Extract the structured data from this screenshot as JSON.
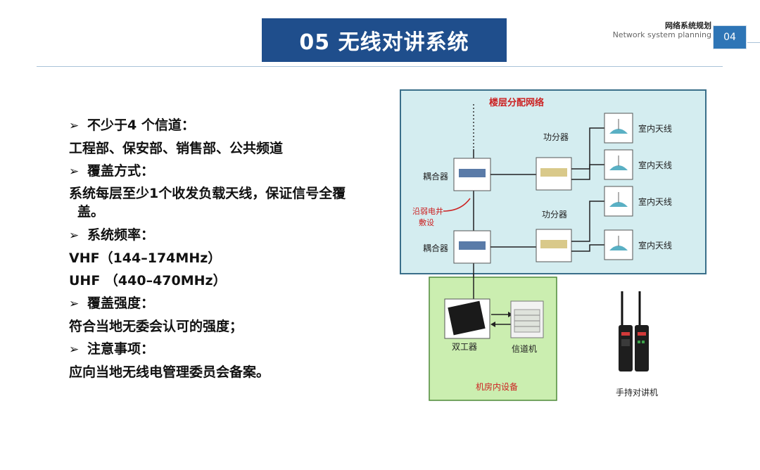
{
  "slide": {
    "title": "05 无线对讲系统",
    "section_cn": "网络系统规划",
    "section_en": "Network system planning",
    "page": "04"
  },
  "content": {
    "lines": [
      {
        "kind": "bullet",
        "text": "不少于4 个信道："
      },
      {
        "kind": "text",
        "text": "工程部、保安部、销售部、公共频道"
      },
      {
        "kind": "bullet",
        "text": "覆盖方式："
      },
      {
        "kind": "wrap",
        "first": "系统每层至少1个收发负载天线，保证信号全覆",
        "rest": "盖。"
      },
      {
        "kind": "bullet",
        "text": "系统频率："
      },
      {
        "kind": "text",
        "text": "VHF（144–174MHz）"
      },
      {
        "kind": "text",
        "text": "UHF （440–470MHz）"
      },
      {
        "kind": "bullet",
        "text": "覆盖强度："
      },
      {
        "kind": "text",
        "text": "符合当地无委会认可的强度；"
      },
      {
        "kind": "bullet",
        "text": "注意事项："
      },
      {
        "kind": "text",
        "text": "应向当地无线电管理委员会备案。"
      }
    ],
    "bullet_glyph": "➢"
  },
  "diagram": {
    "floor_network_label": "楼层分配网络",
    "coupler_label": "耦合器",
    "splitter_label": "功分器",
    "antenna_label": "室内天线",
    "shaft_note_line1": "沿弱电井",
    "shaft_note_line2": "敷设",
    "machine_room_label": "机房内设备",
    "duplexer_label": "双工器",
    "repeater_label": "信道机",
    "handheld_label": "手持对讲机",
    "colors": {
      "floor_bg": "#d4edf0",
      "floor_border": "#3a6f8a",
      "room_bg": "#cbeeb0",
      "room_border": "#4f8a3a",
      "label_red": "#cc2222"
    }
  }
}
